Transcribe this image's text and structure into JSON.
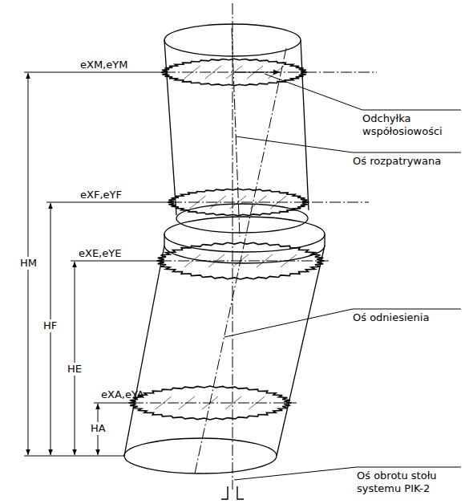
{
  "diagram": {
    "labels": [
      "eXM,eYM",
      "eXF,eYF",
      "eXE,eYE",
      "eXA,eYA",
      "HM",
      "HF",
      "HE",
      "HA",
      "Odchyłka współosiowości",
      "Oś rozpatrywana",
      "Oś odniesienia",
      "Oś obrotu stołu systemu PIK-2"
    ]
  }
}
